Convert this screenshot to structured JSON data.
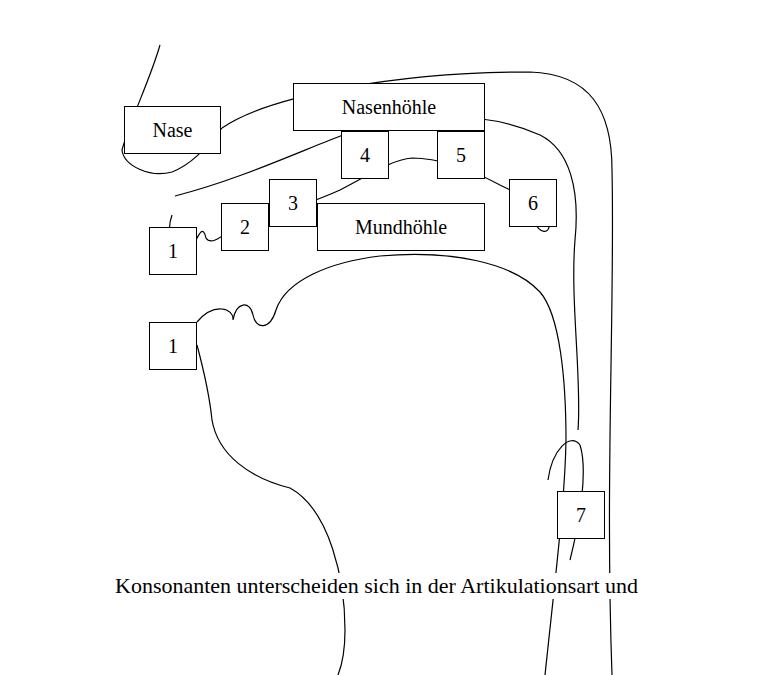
{
  "diagram": {
    "nodes": [
      {
        "text": [
          "Nasenhöhle"
        ]
      },
      {
        "text": [
          "Nase"
        ]
      },
      {
        "text": [
          "4"
        ]
      },
      {
        "text": [
          "5"
        ]
      },
      {
        "text": [
          "3"
        ]
      },
      {
        "text": [
          "6"
        ]
      },
      {
        "text": [
          "2"
        ]
      },
      {
        "text": [
          "Mundhöhle"
        ]
      },
      {
        "text": [
          "1"
        ]
      },
      {
        "text": [
          "1"
        ]
      },
      {
        "text": [
          "7"
        ]
      }
    ],
    "labels": [
      "Konsonanten unterscheiden sich in der Artikulationsart und"
    ]
  }
}
